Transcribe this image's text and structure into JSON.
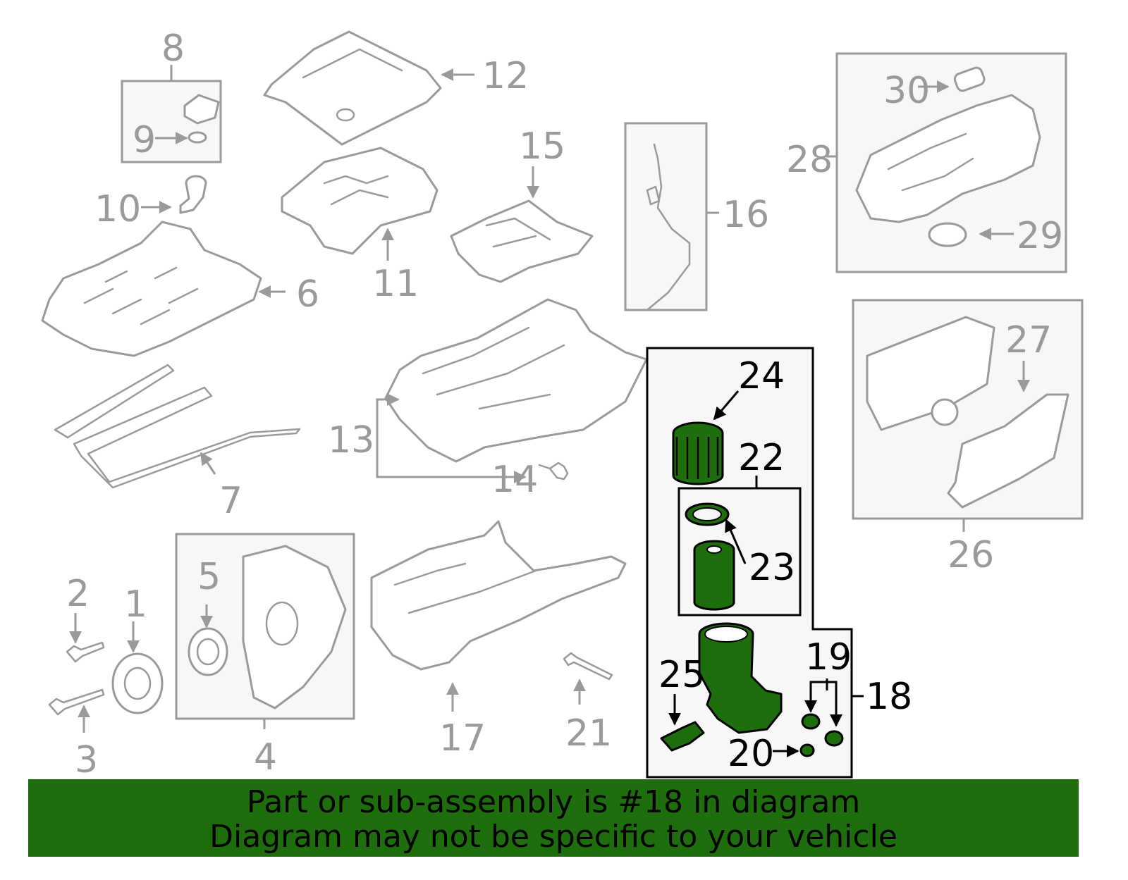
{
  "labels": {
    "l1": "1",
    "l2": "2",
    "l3": "3",
    "l4": "4",
    "l5": "5",
    "l6": "6",
    "l7": "7",
    "l8": "8",
    "l9": "9",
    "l10": "10",
    "l11": "11",
    "l12": "12",
    "l13": "13",
    "l14": "14",
    "l15": "15",
    "l16": "16",
    "l17": "17",
    "l18": "18",
    "l19": "19",
    "l20": "20",
    "l21": "21",
    "l22": "22",
    "l23": "23",
    "l24": "24",
    "l25": "25",
    "l26": "26",
    "l27": "27",
    "l28": "28",
    "l29": "29",
    "l30": "30"
  },
  "highlight": {
    "part_number": "18",
    "fill_color": "#1f6e0d",
    "banner_color": "#1f6e0d"
  },
  "banner": {
    "line1": "Part or sub-assembly is #18 in diagram",
    "line2": "Diagram may not be specific to your vehicle"
  }
}
